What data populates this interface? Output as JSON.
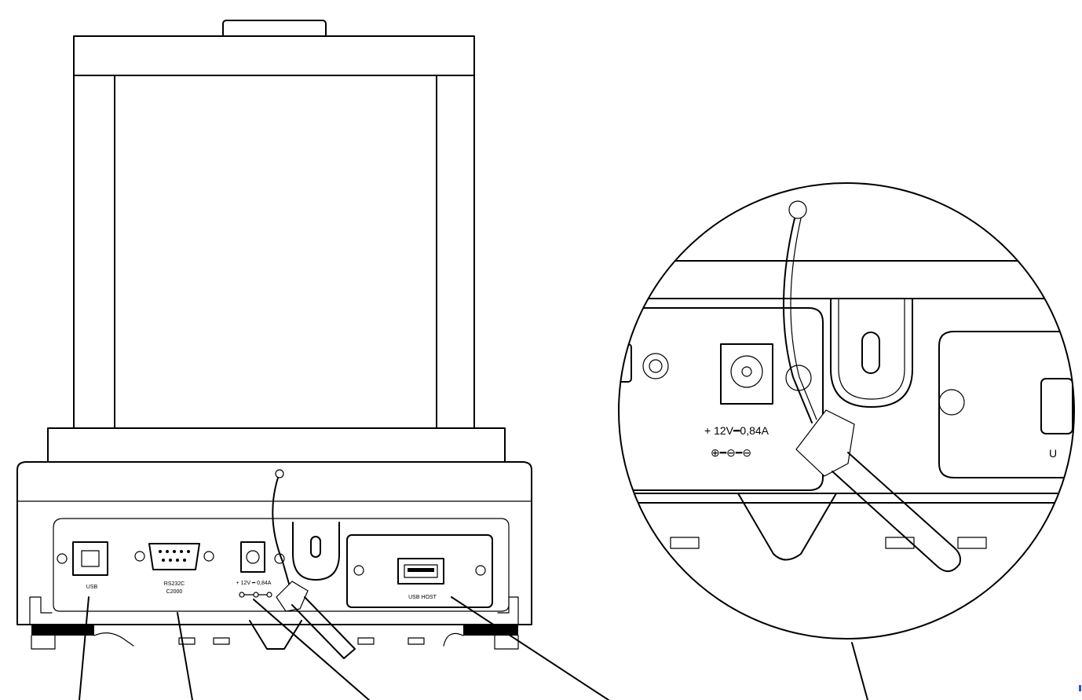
{
  "labels": {
    "usb": "USB",
    "rs232_line1": "RS232C",
    "rs232_line2": "C2000",
    "power_small": "+ 12V ━ 0,84A",
    "usb_host": "USB HOST",
    "power_detail": "+ 12V━0,84A",
    "polarity": "⊕━⊖━⊖",
    "usb_detail_partial": "U"
  }
}
